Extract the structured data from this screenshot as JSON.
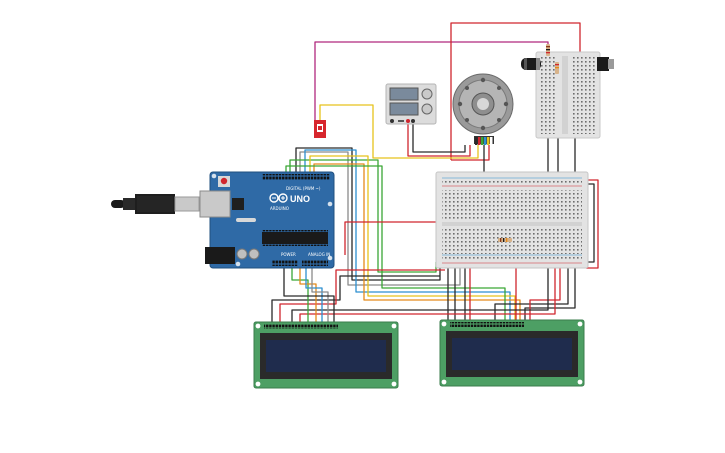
{
  "arduino": {
    "board_label": "UNO",
    "brand_label": "ARDUINO",
    "digital_label": "DIGITAL (PWM ~)",
    "power_label": "POWER",
    "analog_label": "ANALOG IN"
  },
  "colors": {
    "board_blue": "#2f6aa6",
    "breadboard": "#e3e3e3",
    "lcd_green": "#4d9f64",
    "lcd_screen": "#1f2c4d",
    "wire_red": "#d0262e",
    "wire_black": "#2a2a2a",
    "wire_magenta": "#b0287e",
    "wire_yellow": "#e6c21c",
    "wire_green": "#3aa635",
    "wire_blue": "#2c8fd0",
    "wire_orange": "#e58a1a",
    "wire_gray": "#8a8a8a"
  },
  "components": [
    {
      "id": "arduino-uno",
      "icon": "arduino-board"
    },
    {
      "id": "usb-cable",
      "icon": "usb-plug"
    },
    {
      "id": "main-breadboard",
      "icon": "breadboard"
    },
    {
      "id": "small-breadboard",
      "icon": "breadboard-mini"
    },
    {
      "id": "lcd-display-left",
      "icon": "lcd-16x2"
    },
    {
      "id": "lcd-display-right",
      "icon": "lcd-16x2"
    },
    {
      "id": "dc-motor-encoder",
      "icon": "motor"
    },
    {
      "id": "power-supply",
      "icon": "dc-power-supply"
    },
    {
      "id": "slide-switch",
      "icon": "switch"
    },
    {
      "id": "electrolytic-capacitor",
      "icon": "capacitor"
    },
    {
      "id": "voltage-regulator",
      "icon": "regulator"
    },
    {
      "id": "resistor-top",
      "icon": "resistor"
    },
    {
      "id": "resistor-main",
      "icon": "resistor"
    }
  ]
}
